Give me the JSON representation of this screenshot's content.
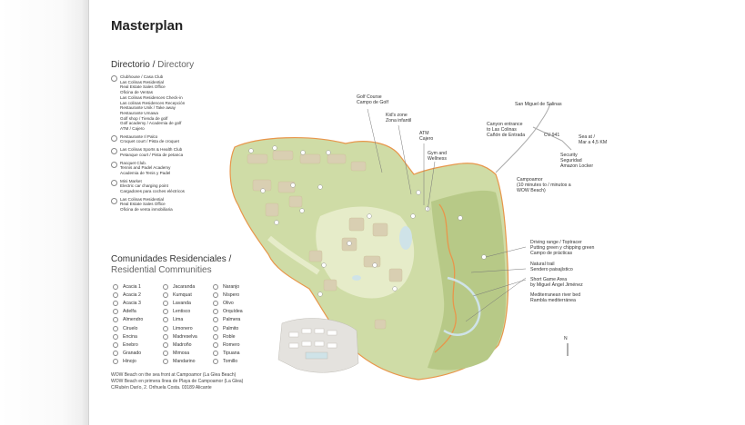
{
  "page": {
    "title": "Masterplan",
    "directory_heading": {
      "primary": "Directorio / ",
      "secondary": "Directory"
    },
    "directory": [
      {
        "lines": [
          "Clubhouse / Casa Club",
          "Las Colinas Residential",
          "Real Estate Sales Office",
          "Oficina de Ventas",
          "Las Colinas Residences Check-in",
          "Las colinas Residences Recepción",
          "Restaurante Unik / Take away",
          "Restaurante Umawa",
          "Golf shop / Tienda de golf",
          "Golf academy / Academia de golf",
          "ATM / Cajero"
        ]
      },
      {
        "lines": [
          "Restaurante Il Palco",
          "Croquet court / Pista de croquet"
        ]
      },
      {
        "lines": [
          "Las Colinas Sports & Health Club",
          "Petanque court / Pista de petanca"
        ]
      },
      {
        "lines": [
          "Racquet Club.",
          "Tennis and Padel Academy",
          "Academia de Tenis y Padel"
        ]
      },
      {
        "lines": [
          "Mini Market",
          "Electric car charging point",
          "Cargadores para coches eléctricos"
        ]
      },
      {
        "lines": [
          "Las Colinas Residential",
          "Real Estate Sales Office",
          "Oficina de venta inmobiliaria"
        ]
      }
    ],
    "communities_heading": {
      "primary": "Comunidades Residenciales /",
      "secondary": "Residential Communities"
    },
    "communities": [
      [
        "Acacia 1",
        "Acacia 2",
        "Acacia 3",
        "Adelfa",
        "Almendro",
        "Ciruelo",
        "Encina",
        "Enebro",
        "Granado",
        "Hinojo"
      ],
      [
        "Jacaranda",
        "Kumquat",
        "Lavanda",
        "Lentisco",
        "Lima",
        "Limonero",
        "Madreselva",
        "Madroño",
        "Mimosa",
        "Mandarino"
      ],
      [
        "Naranjo",
        "Níspero",
        "Olivo",
        "Orquídea",
        "Palmera",
        "Palmito",
        "Roble",
        "Romero",
        "Tipuana",
        "Tomillo"
      ]
    ],
    "footer": [
      "WOW Beach on the sea front at Campoamor (La Glea Beach)",
      "WOW Beach en primera línea de Playa de Campoamor (La Glea)",
      "C/Rubén Darío, 2. Orihuela Costa. 03189 Alicante"
    ]
  },
  "map_labels": {
    "golf_course": [
      "Golf Course",
      "Campo de Golf"
    ],
    "kids_zone": [
      "Kid's zone",
      "Zona infantil"
    ],
    "atm": [
      "ATM",
      "Cajero"
    ],
    "gym": [
      "Gym and",
      "Wellness"
    ],
    "san_miguel": [
      "San Miguel de Salinas"
    ],
    "canyon": [
      "Canyon entrance",
      "to Las Colinas",
      "Cañón de Entrada"
    ],
    "cv941": [
      "CV-941"
    ],
    "sea": [
      "Sea at /",
      "Mar a 4,5 KM"
    ],
    "security": [
      "Security",
      "Seguridad",
      "Amazon Locker"
    ],
    "campoamor": [
      "Campoamor",
      "(10 minutes to / minutos a",
      "WOW Beach)"
    ],
    "driving_range": [
      "Driving range / Toptracer",
      "Putting green y chipping green",
      "Campo de prácticas"
    ],
    "natural_trail": [
      "Natural trail",
      "Sendero paisajístico"
    ],
    "short_game": [
      "Short Game Area",
      "by Miguel Ángel Jiménez"
    ],
    "river_bed": [
      "Mediterranean river bed",
      "Rambla mediterránea"
    ],
    "north": "N"
  },
  "colors": {
    "estate_green": "#cfdca6",
    "forest_green": "#b7c987",
    "fairway_green": "#e6ecc9",
    "water_blue": "#cfe3e8",
    "boundary_orange": "#e8964b",
    "plot_tan": "#d9cfb2"
  }
}
